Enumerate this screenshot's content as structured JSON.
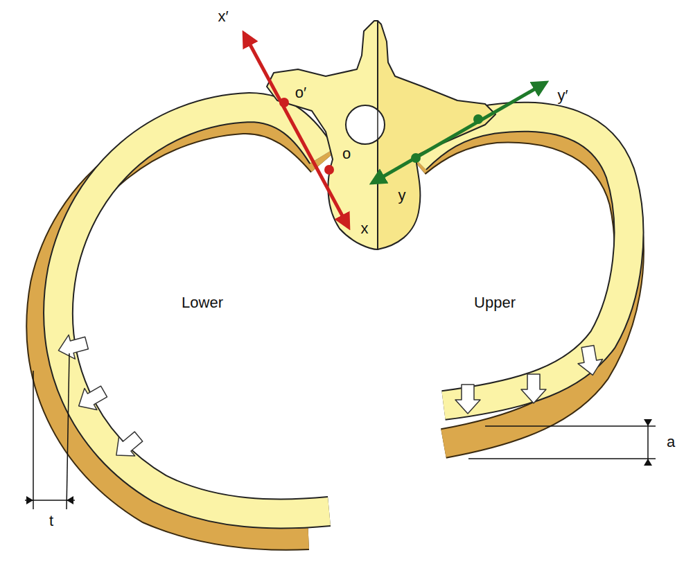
{
  "diagram": {
    "labels": [
      "x′",
      "o′",
      "o",
      "x",
      "y′",
      "y",
      "Lower",
      "Upper",
      "t",
      "a"
    ]
  }
}
